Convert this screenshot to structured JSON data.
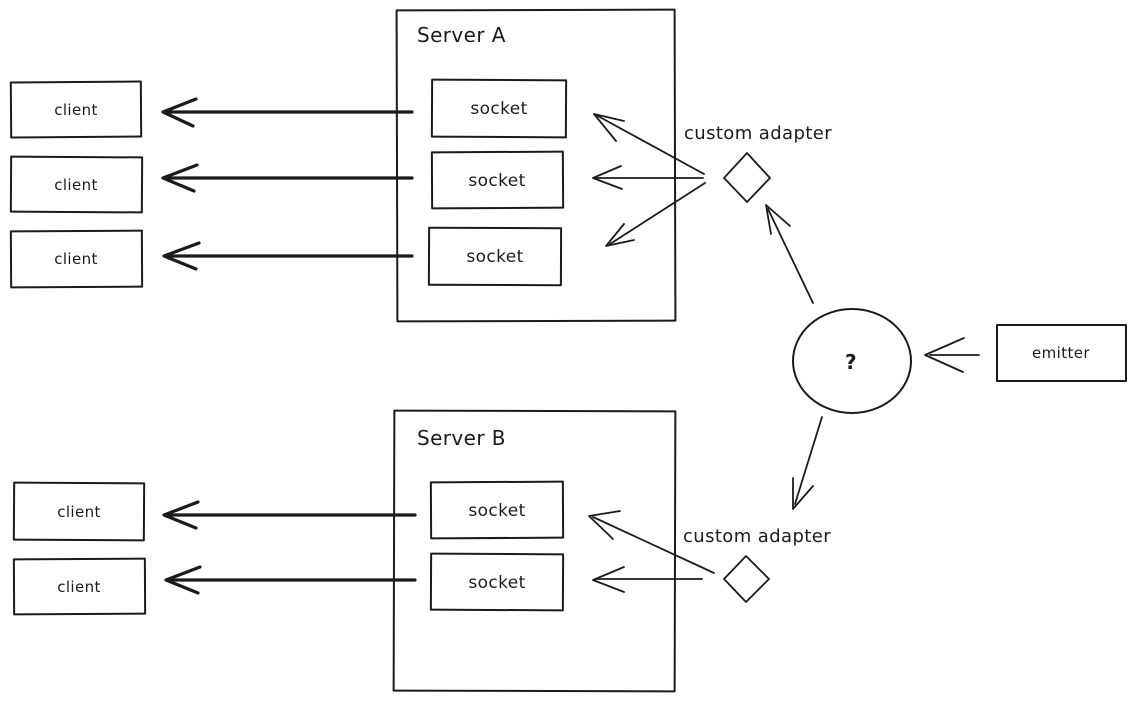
{
  "colors": {
    "ink": "#1b1b1b",
    "background": "#ffffff"
  },
  "server_a": {
    "title": "Server A",
    "sockets": [
      "socket",
      "socket",
      "socket"
    ]
  },
  "server_b": {
    "title": "Server B",
    "sockets": [
      "socket",
      "socket"
    ]
  },
  "clients_top": [
    "client",
    "client",
    "client"
  ],
  "clients_bottom": [
    "client",
    "client"
  ],
  "adapter_top": {
    "label": "custom adapter"
  },
  "adapter_bottom": {
    "label": "custom adapter"
  },
  "hub": {
    "label": "?"
  },
  "emitter": {
    "label": "emitter"
  }
}
